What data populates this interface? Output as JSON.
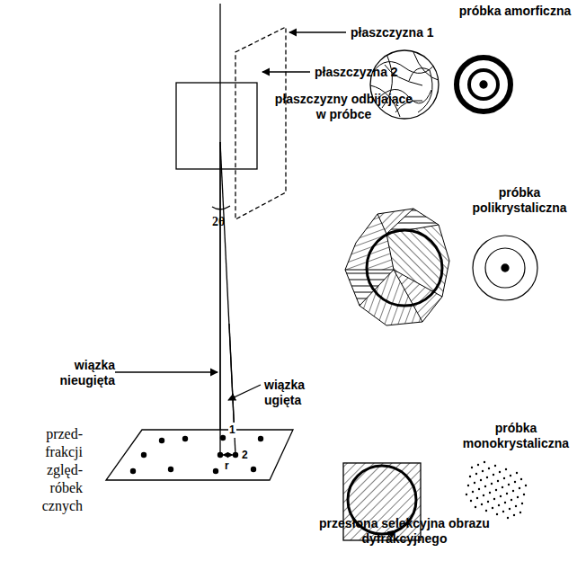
{
  "diagram": {
    "labels": [
      "płaszczyzna 1",
      "płaszczyzna 2",
      "płaszczyzny odbijające w próbce",
      "2θ",
      "wiązka nieugięta",
      "wiązka ugięta",
      "1",
      "2",
      "r",
      "próbka amorficzna",
      "próbka polikrystaliczna",
      "próbka monokrystaliczna",
      "przesłona selekcyjna obrazu dyfrakcyjnego",
      "przed-",
      "frakcji",
      "zględ-",
      "róbek",
      "cznych"
    ]
  }
}
